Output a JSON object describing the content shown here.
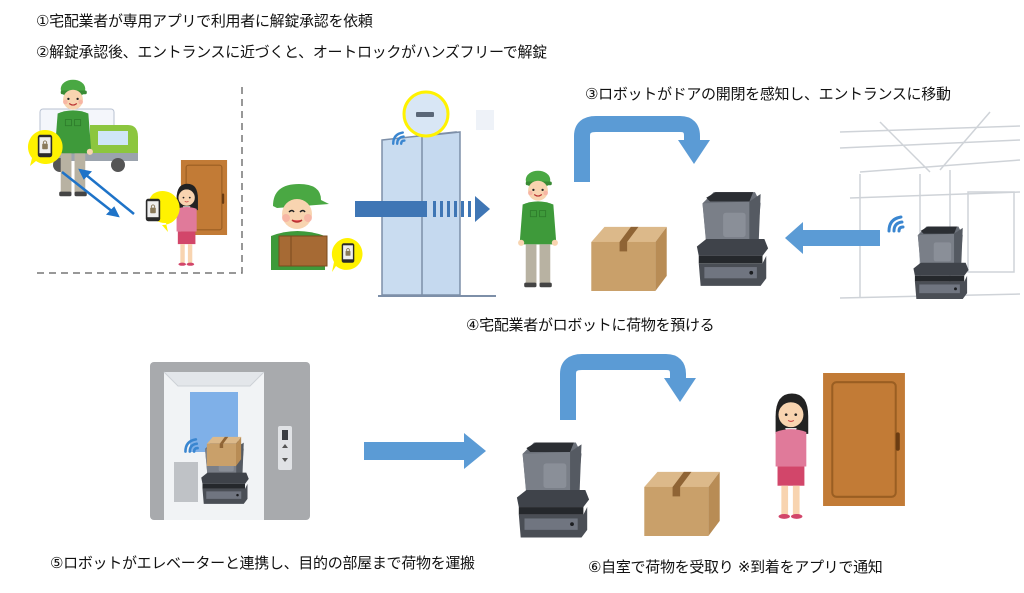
{
  "steps": {
    "step1": "①宅配業者が専用アプリで利用者に解錠承認を依頼",
    "step2": "②解錠承認後、エントランスに近づくと、オートロックがハンズフリーで解錠",
    "step3": "③ロボットがドアの開閉を感知し、エントランスに移動",
    "step4": "④宅配業者がロボットに荷物を預ける",
    "step5": "⑤ロボットがエレベーターと連携し、目的の部屋まで荷物を運搬",
    "step6": "⑥自室で荷物を受取り ※到着をアプリで通知"
  },
  "colors": {
    "arrow_blue": "#5b9bd5",
    "uniform_green": "#3e9a3a",
    "cap_green": "#4aa843",
    "box_brown": "#c9a06a",
    "door_brown": "#c07a35",
    "bubble_yellow": "#fff200",
    "robot_gray": "#555a62",
    "glass_blue": "#c9dcf0",
    "pink": "#e07a9a"
  },
  "icons": {
    "courier": "delivery-person",
    "truck": "delivery-truck",
    "smartphone": "smartphone-lock",
    "resident": "resident-woman",
    "door": "room-door",
    "auto_door": "entrance-auto-door",
    "sensor": "door-sensor",
    "robot": "delivery-robot",
    "parcel": "cardboard-box",
    "elevator": "elevator",
    "wifi": "wireless-signal"
  }
}
